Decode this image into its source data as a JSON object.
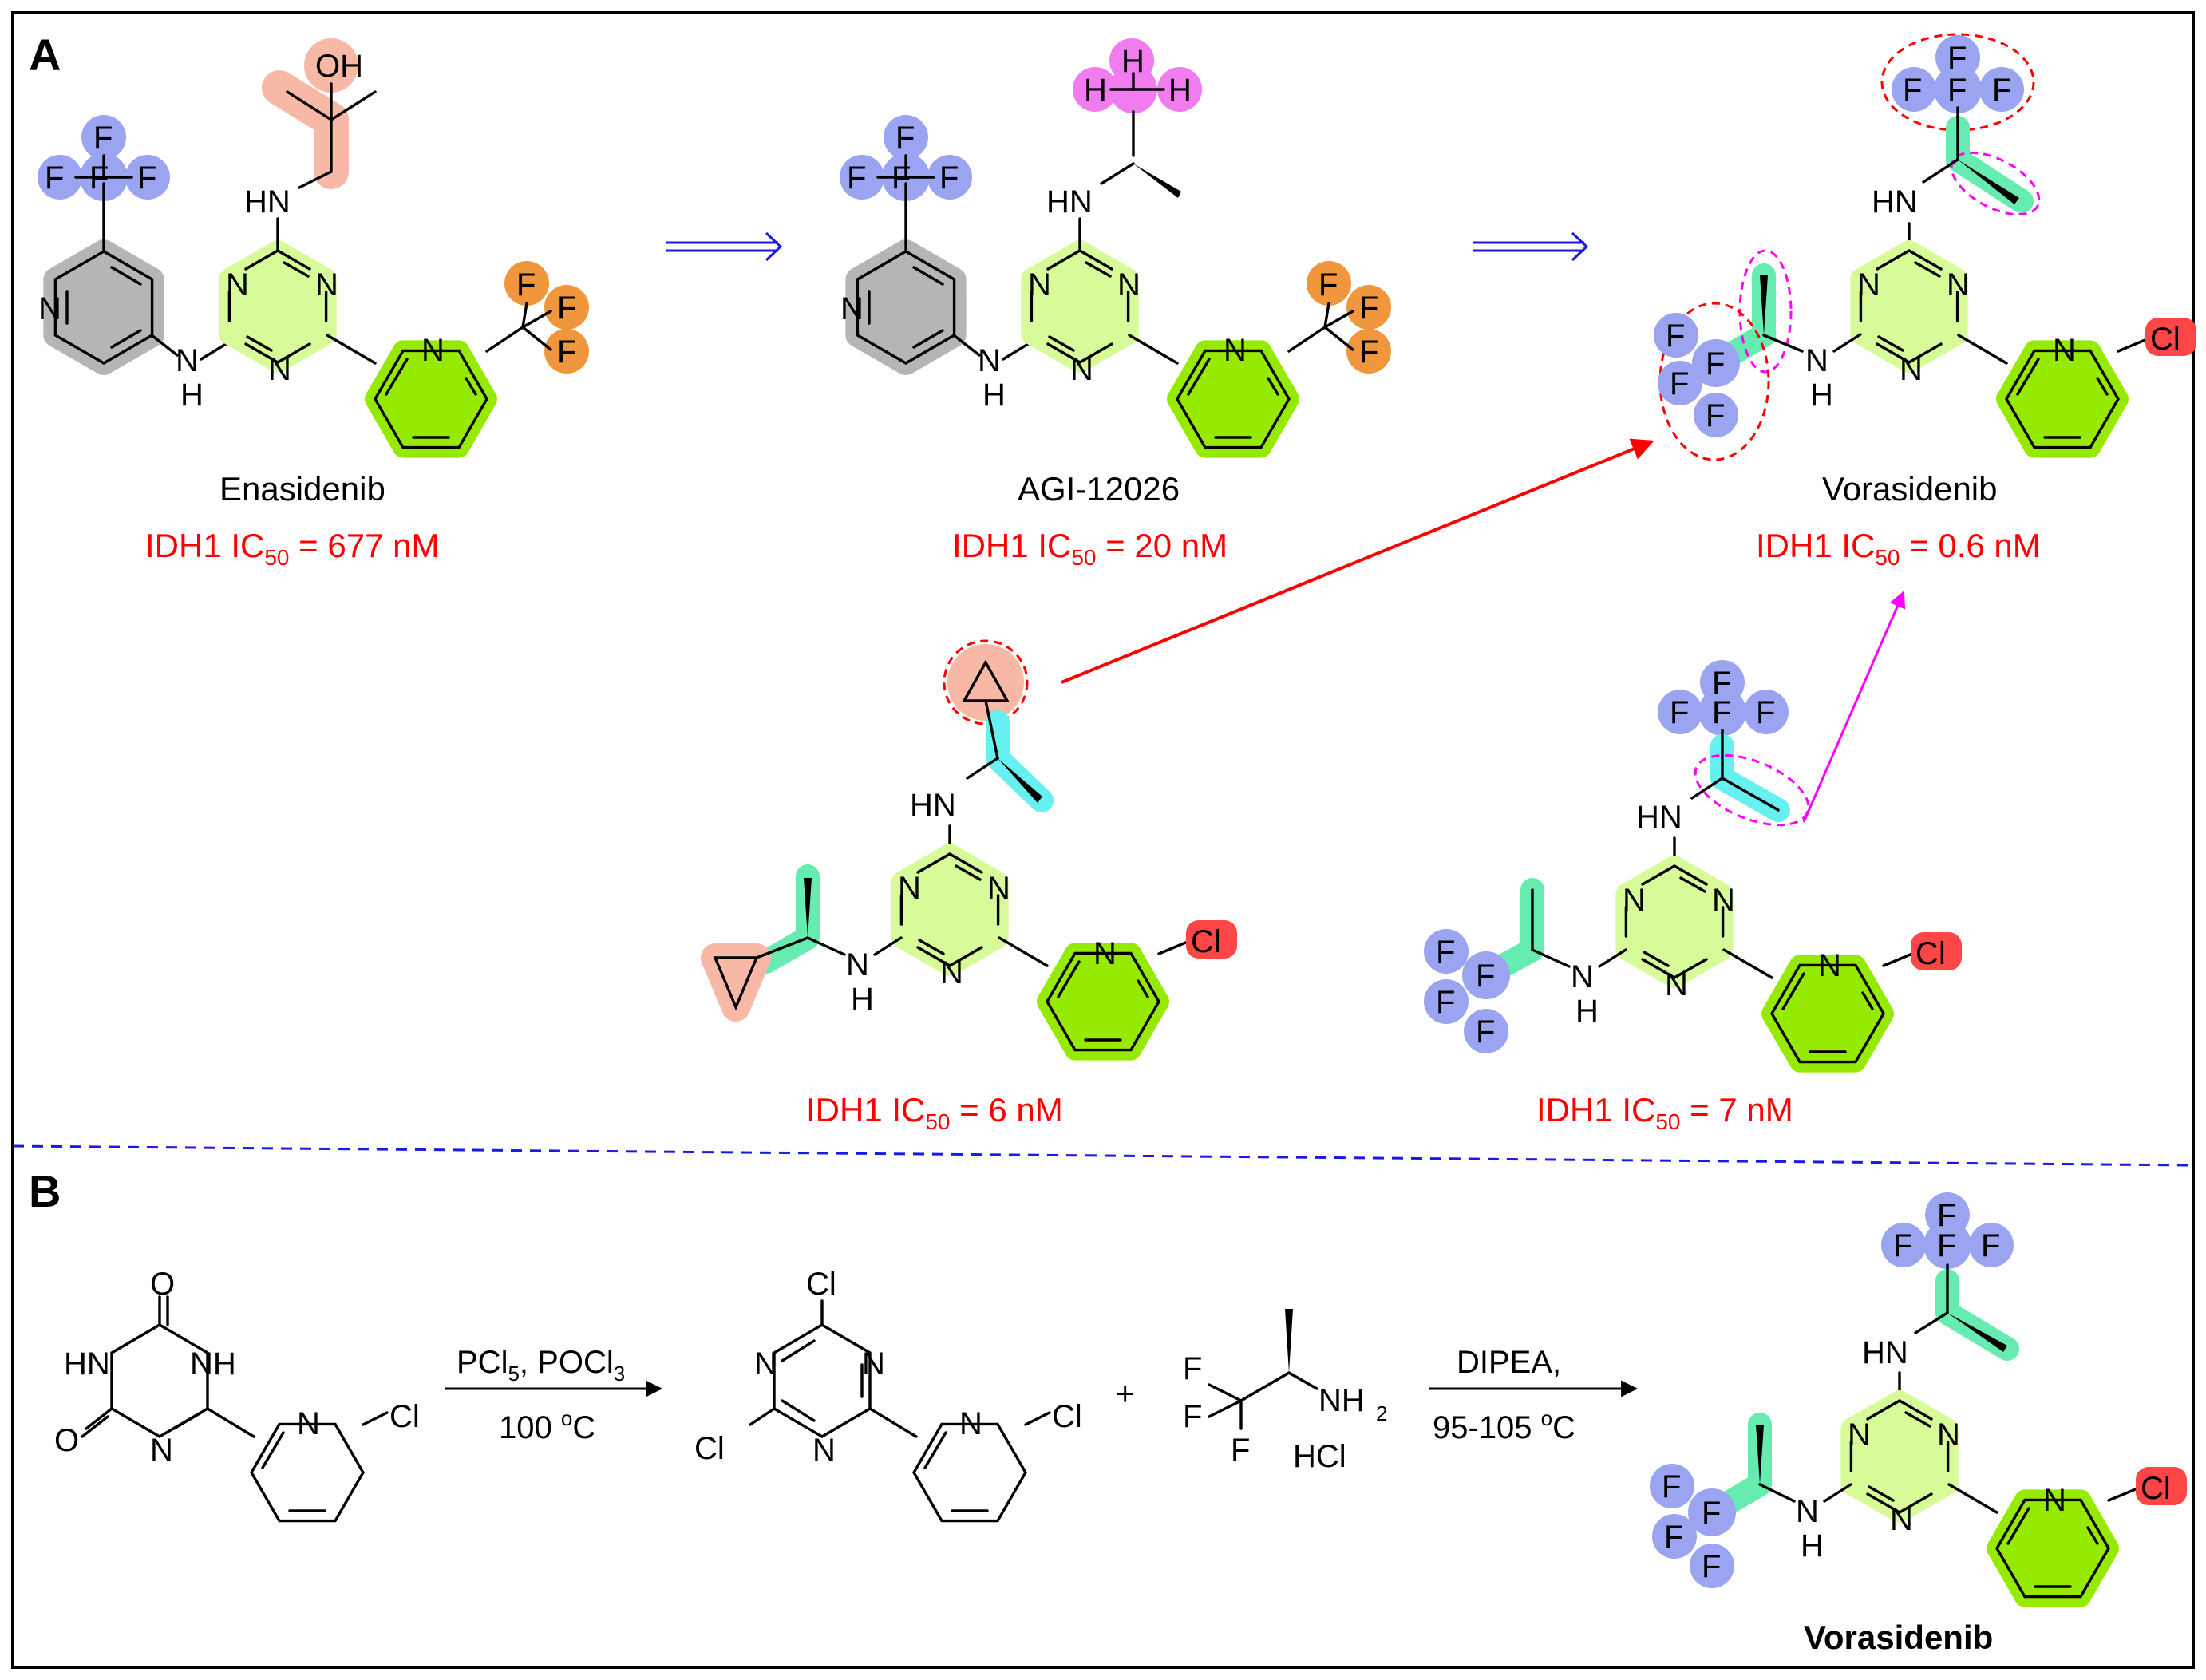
{
  "panels": {
    "a": "A",
    "b": "B"
  },
  "compounds": {
    "enasidenib": {
      "name": "Enasidenib",
      "ic50": "IDH1 IC",
      "sub": "50",
      "val": " = 677 nM"
    },
    "agi": {
      "name": "AGI-12026",
      "ic50": "IDH1 IC",
      "sub": "50",
      "val": " = 20 nM"
    },
    "vorasidenib": {
      "name": "Vorasidenib",
      "ic50": "IDH1 IC",
      "sub": "50",
      "val": " = 0.6 nM"
    },
    "cpd6": {
      "ic50": "IDH1 IC",
      "sub": "50",
      "val": " = 6 nM"
    },
    "cpd7": {
      "ic50": "IDH1 IC",
      "sub": "50",
      "val": " = 7 nM"
    },
    "product": {
      "name": "Vorasidenib"
    }
  },
  "reaction": {
    "step1": {
      "reagent": "PCl",
      "reagent_sub": "5",
      "reagent2": ", POCl",
      "reagent2_sub": "3",
      "cond": "100 ",
      "deg": "o",
      "c": "C"
    },
    "plus": "+",
    "salt": "HCl",
    "step2": {
      "reagent": "DIPEA,",
      "cond": "95-105 ",
      "deg": "o",
      "c": "C"
    }
  },
  "atoms": {
    "N": "N",
    "NH": "NH",
    "HN": "HN",
    "H": "H",
    "F": "F",
    "Cl": "Cl",
    "O": "O",
    "OH": "OH",
    "NH2": "NH",
    "two": "2"
  },
  "colors": {
    "gray": "#b5b5b5",
    "lavender": "#9aa4f0",
    "salmon": "#f7b8a6",
    "pink": "#f07cf0",
    "orange": "#f0963c",
    "lime": "#96ea00",
    "pale_lime": "#d8fb9a",
    "red_cl": "#ff4646",
    "cyan": "#66f0f0",
    "mint": "#66ecb0",
    "red_line": "#ff0000",
    "blue_line": "#1a1ae6",
    "magenta_line": "#ff00ff"
  }
}
